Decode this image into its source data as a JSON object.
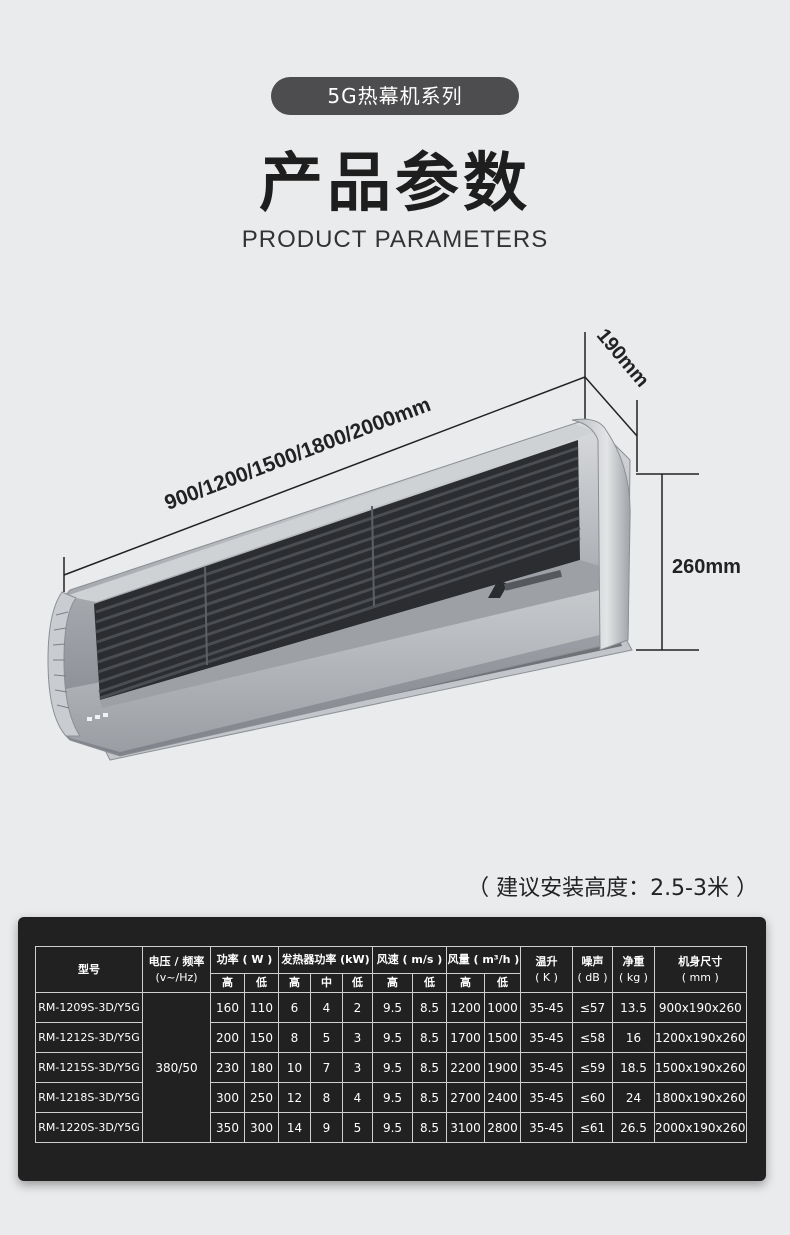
{
  "header": {
    "series": "5G热幕机系列",
    "title": "产品参数",
    "subtitle": "PRODUCT PARAMETERS"
  },
  "dimensions": {
    "length": "900/1200/1500/1800/2000mm",
    "depth": "190mm",
    "height": "260mm"
  },
  "install_note": "（ 建议安装高度：2.5-3米 ）",
  "table": {
    "headers": {
      "model": "型号",
      "voltage": "电压 / 频率",
      "voltage_unit": "(v~/Hz)",
      "power": "功率 ( W )",
      "heater_power": "发热器功率 (kW)",
      "speed": "风速 ( m/s )",
      "volume": "风量 ( m³/h )",
      "temp_rise": "温升",
      "temp_rise_unit": "( K )",
      "noise": "噪声",
      "noise_unit": "( dB )",
      "weight": "净重",
      "weight_unit": "( kg )",
      "size": "机身尺寸",
      "size_unit": "( mm )"
    },
    "sub_headers": {
      "high": "高",
      "low": "低",
      "mid": "中"
    },
    "voltage_value": "380/50",
    "rows": [
      {
        "model": "RM-1209S-3D/Y5G",
        "p_high": "160",
        "p_low": "110",
        "h_high": "6",
        "h_mid": "4",
        "h_low": "2",
        "s_high": "9.5",
        "s_low": "8.5",
        "v_high": "1200",
        "v_low": "1000",
        "temp": "35-45",
        "noise": "≤57",
        "weight": "13.5",
        "size": "900x190x260"
      },
      {
        "model": "RM-1212S-3D/Y5G",
        "p_high": "200",
        "p_low": "150",
        "h_high": "8",
        "h_mid": "5",
        "h_low": "3",
        "s_high": "9.5",
        "s_low": "8.5",
        "v_high": "1700",
        "v_low": "1500",
        "temp": "35-45",
        "noise": "≤58",
        "weight": "16",
        "size": "1200x190x260"
      },
      {
        "model": "RM-1215S-3D/Y5G",
        "p_high": "230",
        "p_low": "180",
        "h_high": "10",
        "h_mid": "7",
        "h_low": "3",
        "s_high": "9.5",
        "s_low": "8.5",
        "v_high": "2200",
        "v_low": "1900",
        "temp": "35-45",
        "noise": "≤59",
        "weight": "18.5",
        "size": "1500x190x260"
      },
      {
        "model": "RM-1218S-3D/Y5G",
        "p_high": "300",
        "p_low": "250",
        "h_high": "12",
        "h_mid": "8",
        "h_low": "4",
        "s_high": "9.5",
        "s_low": "8.5",
        "v_high": "2700",
        "v_low": "2400",
        "temp": "35-45",
        "noise": "≤60",
        "weight": "24",
        "size": "1800x190x260"
      },
      {
        "model": "RM-1220S-3D/Y5G",
        "p_high": "350",
        "p_low": "300",
        "h_high": "14",
        "h_mid": "9",
        "h_low": "5",
        "s_high": "9.5",
        "s_low": "8.5",
        "v_high": "3100",
        "v_low": "2800",
        "temp": "35-45",
        "noise": "≤61",
        "weight": "26.5",
        "size": "2000x190x260"
      }
    ]
  }
}
